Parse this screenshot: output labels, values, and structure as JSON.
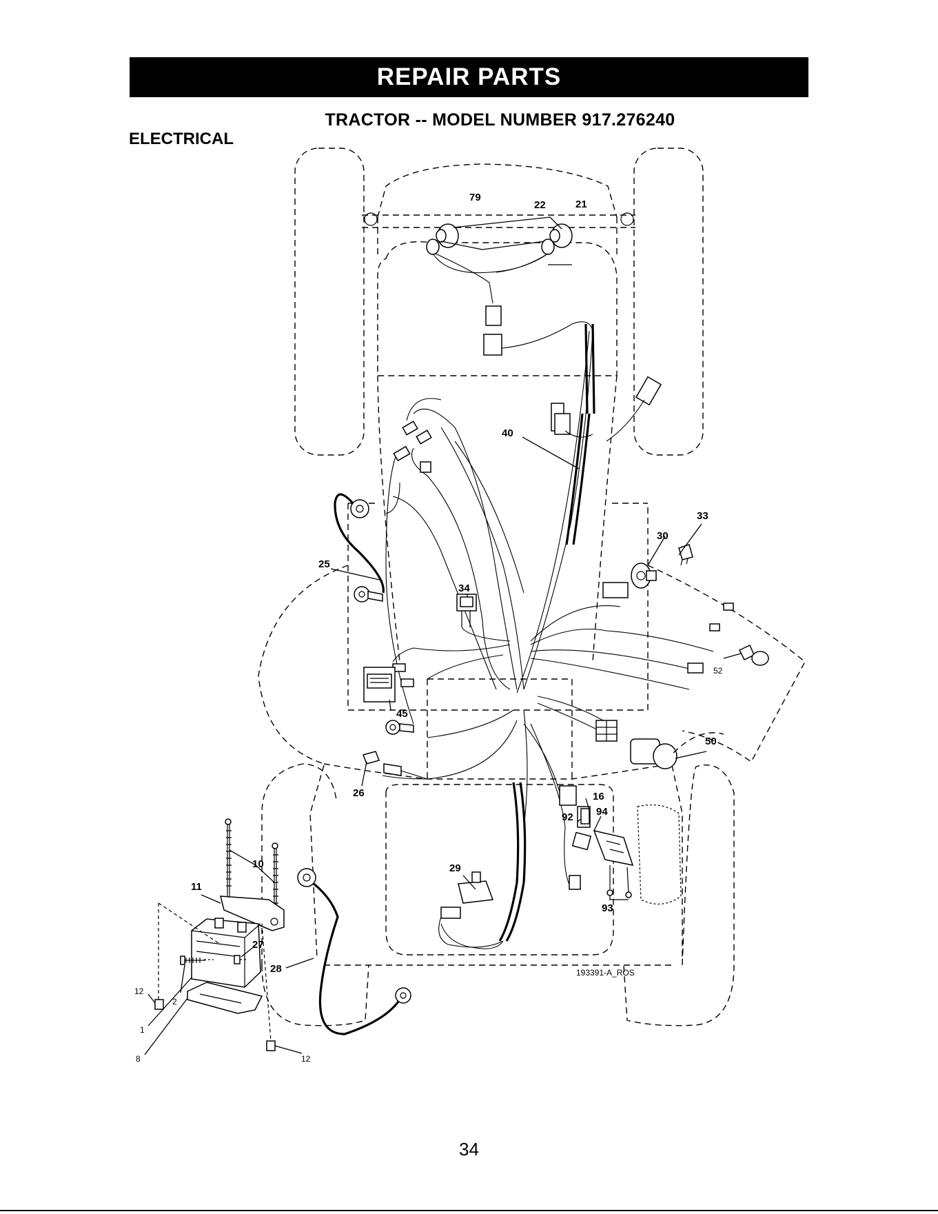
{
  "header": {
    "banner": "REPAIR PARTS",
    "model_title": "TRACTOR -- MODEL NUMBER 917.276240",
    "section": "ELECTRICAL"
  },
  "diagram": {
    "drawing_id": "193391-A_ROS",
    "callouts": [
      "22",
      "79",
      "21",
      "40",
      "33",
      "30",
      "25",
      "34",
      "52",
      "45",
      "50",
      "26",
      "16",
      "94",
      "92",
      "10",
      "11",
      "29",
      "27",
      "93",
      "28",
      "12",
      "2",
      "1",
      "8"
    ]
  },
  "footer": {
    "page_number": "34"
  }
}
